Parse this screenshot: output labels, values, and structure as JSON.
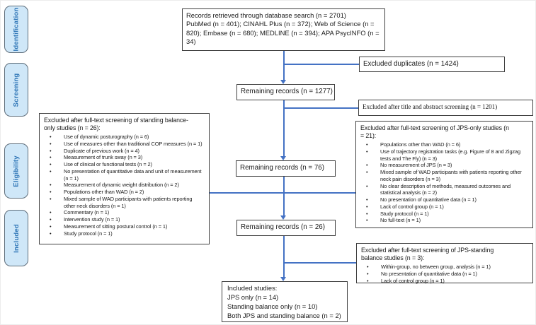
{
  "stages": [
    "Identification",
    "Screening",
    "Eligibility",
    "Included"
  ],
  "flow": {
    "records": "Records retrieved through database search (n = 2701)\nPubMed (n = 401); CINAHL Plus (n = 372); Web of Science (n =\n820); Embase (n = 680); MEDLINE (n = 394); APA PsycINFO (n =\n34)",
    "excluded_duplicates": "Excluded duplicates (n = 1424)",
    "remaining_1277": "Remaining records (n = 1277)",
    "excluded_title_abstract": "Excluded after title and abstract screening (n = 1201)",
    "remaining_76": "Remaining records (n = 76)",
    "remaining_26": "Remaining records (n = 26)",
    "included": "Included studies:\nJPS only (n = 14)\nStanding balance only (n = 10)\nBoth JPS and standing balance (n = 2)"
  },
  "exclusion_standing": {
    "header": "Excluded after full-text screening of standing balance-\nonly studies (n = 26):",
    "bullets": [
      "Use of dynamic posturography (n = 6)",
      "Use of measures other than traditional COP measures (n = 1)",
      "Duplicate of previous work (n = 4)",
      "Measurement of trunk sway (n = 3)",
      "Use of clinical or functional tests (n = 2)",
      "No presentation of quantitative data and unit of measurement (n = 1)",
      "Measurement of dynamic weight distribution (n = 2)",
      "Populations other than WAD (n = 2)",
      "Mixed sample of WAD participants with patients reporting other neck disorders (n = 1)",
      "Commentary (n = 1)",
      "Intervention study (n = 1)",
      "Measurement of sitting postural control (n = 1)",
      "Study protocol (n = 1)"
    ]
  },
  "exclusion_jps": {
    "header": "Excluded after full-text screening of JPS-only studies (n\n= 21):",
    "bullets": [
      "Populations other than WAD (n = 6)",
      "Use of trajectory registration tasks (e.g. Figure of 8 and Zigzag tests and The Fly) (n = 3)",
      "No measurement of JPS (n = 3)",
      "Mixed sample of WAD participants with patients reporting other neck pain disorders (n = 3)",
      "No clear description of methods, measured outcomes and statistical analysis (n = 2)",
      "No presentation of quantitative data (n = 1)",
      "Lack of control group (n = 1)",
      "Study protocol (n = 1)",
      "No full-text (n = 1)"
    ]
  },
  "exclusion_jps_standing": {
    "header": "Excluded after full-text screening of JPS-standing\nbalance studies (n = 3):",
    "bullets": [
      "Within-group, no between group, analysis (n = 1)",
      "No presentation of quantitative data (n = 1)",
      "Lack of control group (n = 1)"
    ]
  },
  "colors": {
    "connector_blue": "#4472c4",
    "stage_fill": "#cfe7f8",
    "stage_text": "#2e75b6",
    "box_border": "#404040"
  }
}
